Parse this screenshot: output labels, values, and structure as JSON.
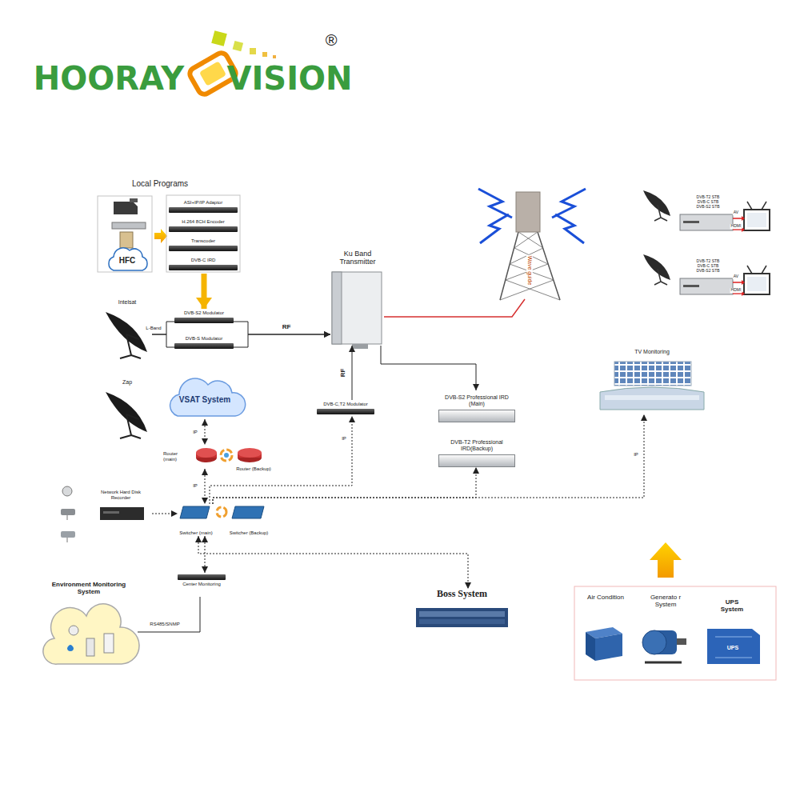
{
  "diagram": {
    "nodes": [
      {
        "text": [
          "Local Programs"
        ]
      },
      {
        "text": [
          "ASI+IP/IP Adaptor"
        ],
        "in": 0
      },
      {
        "text": [
          "H.264 8CH Encoder"
        ],
        "in": 0
      },
      {
        "text": [
          "Transcoder"
        ],
        "in": 0
      },
      {
        "text": [
          "DVB-C IRD"
        ],
        "in": 0
      },
      {
        "text": [
          "HFC"
        ]
      },
      {
        "text": [
          "Intelsat"
        ]
      },
      {
        "text": [
          "DVB-S2 Modulator"
        ]
      },
      {
        "text": [
          "DVB-S Modulator"
        ]
      },
      {
        "text": [
          "Ku Band Transmitter"
        ]
      },
      {
        "text": [
          "Zap"
        ]
      },
      {
        "text": [
          "VSAT System"
        ]
      },
      {
        "text": [
          "DVB-C,T2 Modulator"
        ]
      },
      {
        "text": [
          "DVB-S2 Professional IRD (Main)"
        ]
      },
      {
        "text": [
          "DVB-T2 Professional IRD(Backup)"
        ]
      },
      {
        "text": [
          "Router (main)"
        ]
      },
      {
        "text": [
          "Router (Backup)"
        ]
      },
      {
        "text": [
          "Network Hard Disk Recorder"
        ]
      },
      {
        "text": [
          "Switcher (main)"
        ]
      },
      {
        "text": [
          "Switcher (Backup)"
        ]
      },
      {
        "text": [
          "Center Monitoring"
        ]
      },
      {
        "text": [
          "Environment Monitoring System"
        ]
      },
      {
        "text": [
          "Boss System"
        ]
      },
      {
        "text": [
          "TV Monitoring"
        ]
      },
      {
        "text": [
          "DVB-T2 STB",
          "DVB-C STB",
          "DVB-S2 STB"
        ]
      },
      {
        "text": [
          "DVB-T2 STB",
          "DVB-C STB",
          "DVB-S2 STB"
        ]
      },
      {
        "text": [
          "Air Condition"
        ]
      },
      {
        "text": [
          "Generato r System"
        ]
      },
      {
        "text": [
          "UPS System"
        ]
      }
    ],
    "edges": [
      {
        "from": 0,
        "to": 7,
        "arrow": "to"
      },
      {
        "from": 6,
        "to": 7,
        "label": "L-Band",
        "arrow": "none"
      },
      {
        "from": 6,
        "to": 8,
        "arrow": "none"
      },
      {
        "from": 7,
        "to": 9,
        "label": "RF",
        "arrow": "to"
      },
      {
        "from": 8,
        "to": 9,
        "arrow": "to"
      },
      {
        "from": 12,
        "to": 9,
        "label": "RF",
        "arrow": "to"
      },
      {
        "from": 9,
        "to": 13,
        "arrow": "to"
      },
      {
        "from": 11,
        "to": 15,
        "label": "IP",
        "arrow": "both"
      },
      {
        "from": 15,
        "to": 18,
        "label": "IP",
        "arrow": "both"
      },
      {
        "from": 18,
        "to": 12,
        "label": "IP",
        "arrow": "to"
      },
      {
        "from": 18,
        "to": 14,
        "arrow": "to"
      },
      {
        "from": 18,
        "to": 23,
        "label": "IP",
        "arrow": "to"
      },
      {
        "from": 17,
        "to": 18,
        "arrow": "to"
      },
      {
        "from": 18,
        "to": 20,
        "arrow": "both"
      },
      {
        "from": 18,
        "to": 22,
        "arrow": "both"
      },
      {
        "from": 21,
        "to": 20,
        "label": "RS485/SNMP",
        "arrow": "none"
      }
    ],
    "labels": [
      "HOORAY",
      "VISION",
      "®",
      "Wave guide",
      "AV",
      "HDMI",
      "AV",
      "HDMI",
      "UPS"
    ]
  }
}
